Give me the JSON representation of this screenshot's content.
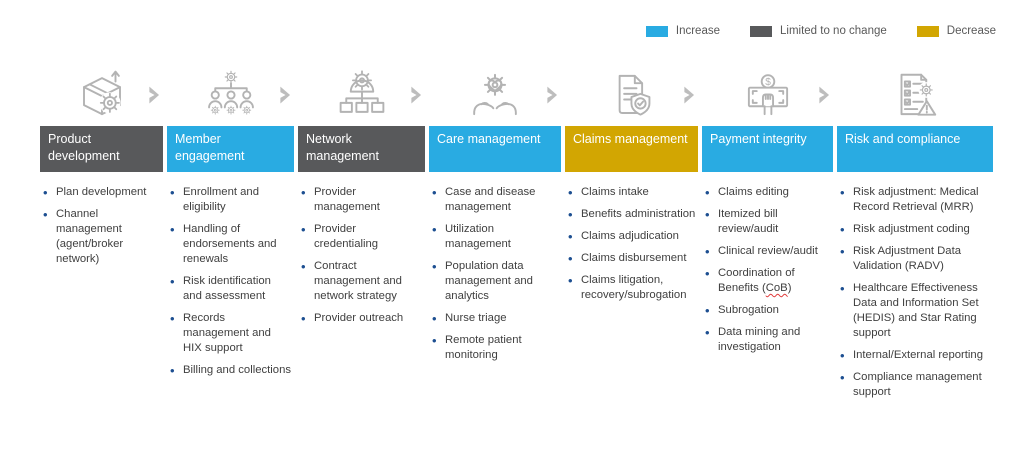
{
  "legend": {
    "items": [
      {
        "label": "Increase",
        "color": "#29ABE2"
      },
      {
        "label": "Limited to no change",
        "color": "#58595B"
      },
      {
        "label": "Decrease",
        "color": "#D2A602"
      }
    ]
  },
  "colors": {
    "bullet": "#1D4F91",
    "body_text": "#404040",
    "icon_gray": "#B3B3B3"
  },
  "columns": [
    {
      "title": "Product development",
      "icon": "package-gear-icon",
      "color": "#58595B",
      "status": "Limited to no change",
      "arrow": true,
      "items": [
        {
          "text": "Plan development"
        },
        {
          "text": "Channel management (agent/broker network)"
        }
      ]
    },
    {
      "title": "Member engagement",
      "icon": "org-chart-gear-icon",
      "color": "#29ABE2",
      "status": "Increase",
      "arrow": true,
      "items": [
        {
          "text": "Enrollment and eligibility"
        },
        {
          "text": "Handling of endorsements and renewals"
        },
        {
          "text": "Risk identification and assessment"
        },
        {
          "text": "Records management and HIX support"
        },
        {
          "text": "Billing and collections"
        }
      ]
    },
    {
      "title": "Network management",
      "icon": "network-hierarchy-gear-icon",
      "color": "#58595B",
      "status": "Limited to no change",
      "arrow": true,
      "items": [
        {
          "text": "Provider management"
        },
        {
          "text": "Provider credentialing"
        },
        {
          "text": "Contract management and network strategy"
        },
        {
          "text": "Provider outreach"
        }
      ]
    },
    {
      "title": "Care management",
      "icon": "hands-heart-gear-icon",
      "color": "#29ABE2",
      "status": "Increase",
      "arrow": true,
      "items": [
        {
          "text": "Case and disease management"
        },
        {
          "text": "Utilization management"
        },
        {
          "text": "Population data management and analytics"
        },
        {
          "text": "Nurse triage"
        },
        {
          "text": "Remote patient monitoring"
        }
      ]
    },
    {
      "title": "Claims management",
      "icon": "document-shield-check-icon",
      "color": "#D2A602",
      "status": "Decrease",
      "arrow": true,
      "items": [
        {
          "text": "Claims intake"
        },
        {
          "text": "Benefits administration"
        },
        {
          "text": "Claims adjudication"
        },
        {
          "text": "Claims disbursement"
        },
        {
          "text": "Claims litigation, recovery/subrogation"
        }
      ]
    },
    {
      "title": "Payment integrity",
      "icon": "money-hand-icon",
      "color": "#29ABE2",
      "status": "Increase",
      "arrow": true,
      "items": [
        {
          "text": "Claims editing"
        },
        {
          "text": "Itemized bill review/audit"
        },
        {
          "text": "Clinical review/audit"
        },
        {
          "text": "Coordination of Benefits (CoB)",
          "mark": "CoB"
        },
        {
          "text": "Subrogation"
        },
        {
          "text": "Data mining and investigation"
        }
      ]
    },
    {
      "title": "Risk and compliance",
      "icon": "checklist-gear-warning-icon",
      "color": "#29ABE2",
      "status": "Increase",
      "arrow": false,
      "items": [
        {
          "text": "Risk adjustment: Medical Record Retrieval (MRR)"
        },
        {
          "text": "Risk adjustment coding"
        },
        {
          "text": "Risk Adjustment Data Validation (RADV)"
        },
        {
          "text": "Healthcare Effectiveness Data and Information Set (HEDIS) and Star Rating support"
        },
        {
          "text": "Internal/External reporting"
        },
        {
          "text": "Compliance management support"
        }
      ]
    }
  ]
}
